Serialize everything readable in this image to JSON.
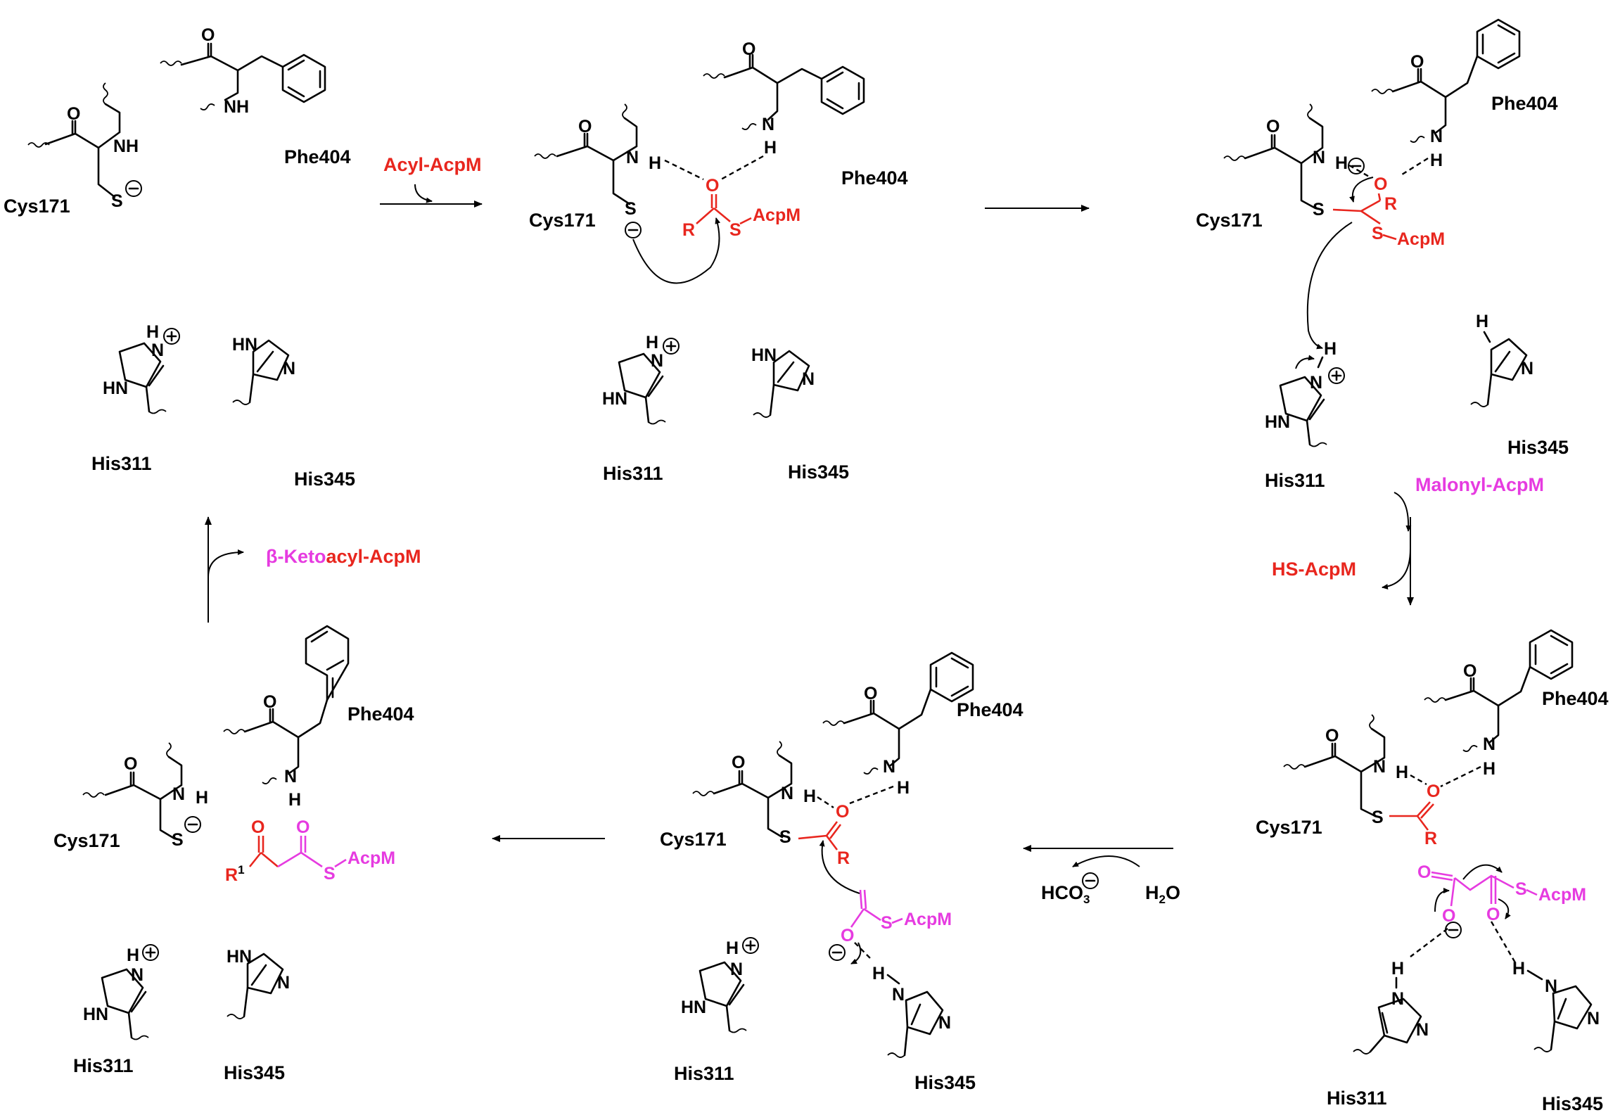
{
  "residues": {
    "cys": "Cys171",
    "phe": "Phe404",
    "his_a": "His311",
    "his_b": "His345"
  },
  "reagents": {
    "acyl_acpm": "Acyl-AcpM",
    "malonyl_acpm": "Malonyl-AcpM",
    "hs_acpm": "HS-AcpM",
    "keto_prefix": "β-Keto",
    "keto_suffix": "acyl-AcpM",
    "h2o": "H",
    "h2o_sub": "2",
    "h2o_tail": "O",
    "hco3": "HCO",
    "hco3_sub": "3"
  },
  "atoms": {
    "O": "O",
    "N": "N",
    "H": "H",
    "NH": "NH",
    "HN": "HN",
    "S": "S",
    "R": "R",
    "R1": "R",
    "R1_sup": "1",
    "acpm": "AcpM"
  },
  "colors": {
    "acyl": "#e8261e",
    "malonyl": "#e63be0",
    "text": "#000000"
  }
}
